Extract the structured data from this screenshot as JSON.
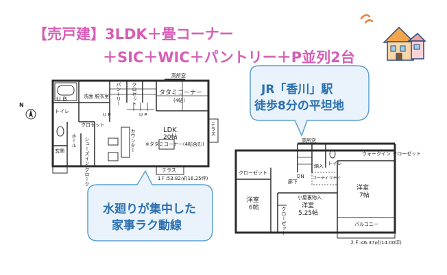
{
  "title": {
    "line1": "【売戸建】3LDK＋畳コーナー",
    "line2": "＋SIC＋WIC＋パントリー＋P並列2台"
  },
  "bubbles": {
    "station": {
      "line1": "JR「香川」駅",
      "line2": "徒歩8分の平坦地"
    },
    "kitchen": {
      "line1": "水廻りが集中した",
      "line2": "家事ラク動線"
    }
  },
  "compass": {
    "north": "N"
  },
  "floor1": {
    "tatami": "タタミコーナー",
    "tatami_size": "(4帖)",
    "ldk": "LDK",
    "ldk_size": "20帖",
    "ldk_note": "※タタミコーナー(4帖含む)",
    "pantry": "パントリー",
    "closet": "クロゼット",
    "closet_short": "クロー\nゼット",
    "toilet": "トイレ",
    "washroom": "洗面\n脱衣室",
    "bath": "U B",
    "hall": "ホール",
    "entrance": "玄関",
    "shoe_closet": "シューズイン\nクローク",
    "kitchen": "カウンター",
    "terrace": "テラス",
    "up": "U P",
    "high_window": "高所窓",
    "area": "1Ｆ:53.82㎡(16.25坪)"
  },
  "floor2": {
    "walk_in": "ウォークイン\nクローゼット",
    "toilet": "トイレ",
    "storage": "納入",
    "high_window": "高所窓",
    "closet": "クローゼット",
    "hall": "廊下",
    "dn": "DN",
    "western_a": "洋室",
    "western_a_size": "6帖",
    "western_b": "洋室",
    "western_b_size": "5.25帖",
    "western_c": "洋室",
    "western_c_size": "7帖",
    "loft": "小屋裏物入",
    "balcony": "バルコニー",
    "utility": "ユーティリティ",
    "area": "２Ｆ:46.37㎡(14.00坪)"
  },
  "colors": {
    "title": "#d55fb4",
    "bubble_text": "#2a6fb0",
    "bubble_border": "#5aa0d0",
    "bubble_fill": "#eaf3fb",
    "wall": "#2b2b2b"
  },
  "icons": [
    "house-icon",
    "compass-icon"
  ]
}
